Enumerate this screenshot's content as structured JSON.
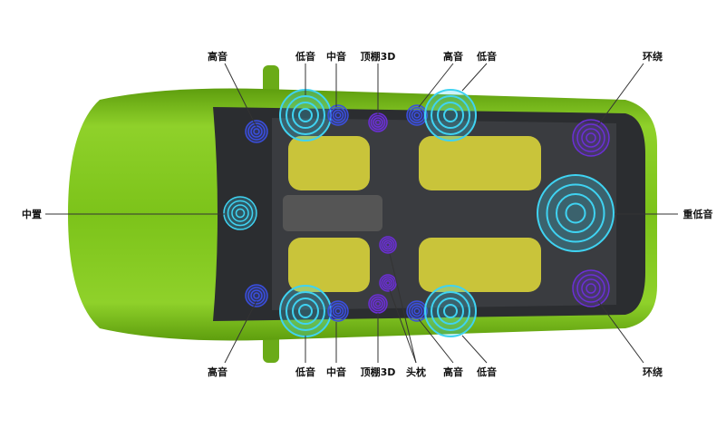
{
  "colors": {
    "body": "#7cc31a",
    "woofer": "#3fd3f2",
    "tweeter": "#3a4fe0",
    "roof": "#6b2fd6",
    "seat": "#c9c43a"
  },
  "labels": {
    "top": [
      "高音",
      "低音",
      "中音",
      "顶棚3D",
      "高音",
      "低音",
      "环绕"
    ],
    "left": "中置",
    "right": "重低音",
    "bottom": [
      "高音",
      "低音",
      "中音",
      "顶棚3D",
      "头枕",
      "高音",
      "低音",
      "环绕"
    ]
  }
}
